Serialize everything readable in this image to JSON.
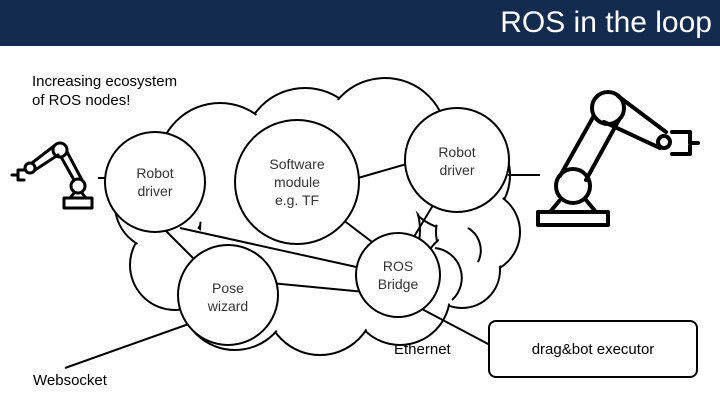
{
  "header": {
    "title": "ROS in the loop",
    "background_color": "#132b4e",
    "text_color": "#ffffff"
  },
  "annotation": {
    "line1": "Increasing ecosystem",
    "line2": "of ROS nodes!"
  },
  "nodes": {
    "robot_driver_left": {
      "line1": "Robot",
      "line2": "driver"
    },
    "software_module": {
      "line1": "Software",
      "line2": "module",
      "line3": "e.g. TF"
    },
    "robot_driver_right": {
      "line1": "Robot",
      "line2": "driver"
    },
    "pose_wizard": {
      "line1": "Pose",
      "line2": "wizard"
    },
    "ros_bridge": {
      "line1": "ROS",
      "line2": "Bridge"
    }
  },
  "links": {
    "ethernet": "Ethernet",
    "websocket": "Websocket"
  },
  "executor": {
    "label": "drag&bot executor"
  },
  "icons": {
    "left_robot": "industrial-robot-arm-icon",
    "right_robot": "industrial-robot-arm-icon"
  }
}
